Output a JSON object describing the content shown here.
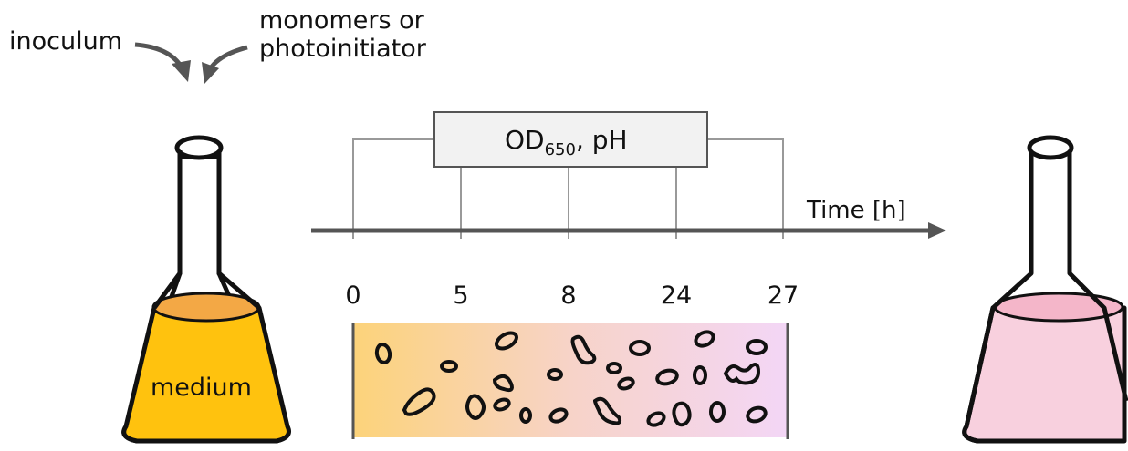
{
  "labels": {
    "inoculum": "inoculum",
    "monomers_line1": "monomers or",
    "monomers_line2": "photoinitiator",
    "medium": "medium",
    "measure_main": "OD",
    "measure_sub": "650",
    "measure_rest": ", pH",
    "time_axis": "Time [h]"
  },
  "timepoints": [
    "0",
    "5",
    "8",
    "24",
    "27"
  ],
  "colors": {
    "medium": "#ffc20e",
    "medium_top": "#f3a845",
    "pink_liquid": "#f8d0de",
    "pink_top": "#f4b6c9",
    "axis": "#555555",
    "box_fill": "#f2f2f2",
    "gradient_start": "#fcd37a",
    "gradient_mid": "#f7d3c8",
    "gradient_end": "#f3d6f6"
  },
  "icons": {
    "left_flask": "erlenmeyer-flask-icon",
    "right_flask": "erlenmeyer-flask-icon",
    "cells": "bacteria-cells-icon"
  }
}
